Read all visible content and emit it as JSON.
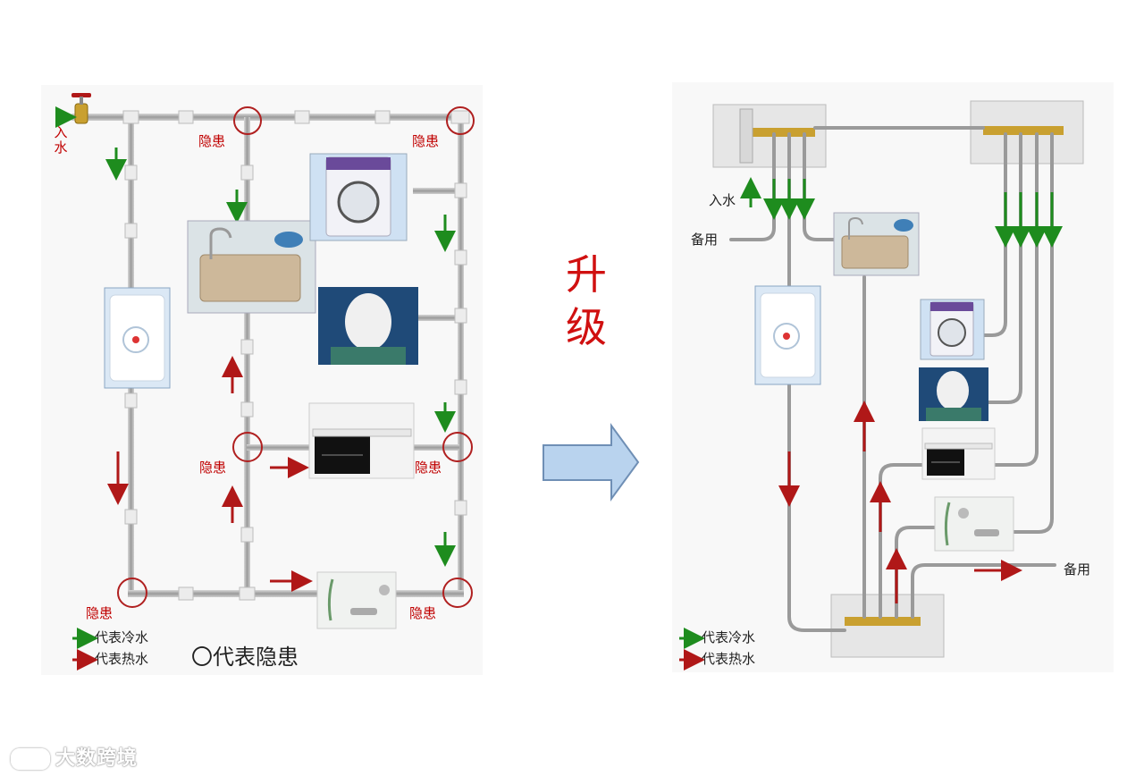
{
  "left": {
    "inlet_label": "入\n水",
    "hazard_label": "隐患",
    "legend": {
      "cold": "代表冷水",
      "hot": "代表热水",
      "hazard": "〇代表隐患"
    }
  },
  "upgrade_label": "升级",
  "right": {
    "inlet_label": "入水",
    "spare_label": "备用",
    "legend": {
      "cold": "代表冷水",
      "hot": "代表热水"
    }
  },
  "watermark": "大数跨境",
  "colors": {
    "cold_arrow": "#1e8c1e",
    "hot_arrow": "#b01818",
    "hazard_circle": "#b02020",
    "pipe": "#a9a9a9",
    "fitting": "#e8e8e8",
    "upgrade_arrow_fill": "#b9d3ee",
    "upgrade_arrow_stroke": "#6f8fb5"
  },
  "icons": [
    "valve-icon",
    "water-heater-icon",
    "sink-icon",
    "washing-machine-icon",
    "toilet-icon",
    "bathroom-cabinet-icon",
    "shower-icon",
    "manifold-box-icon"
  ]
}
